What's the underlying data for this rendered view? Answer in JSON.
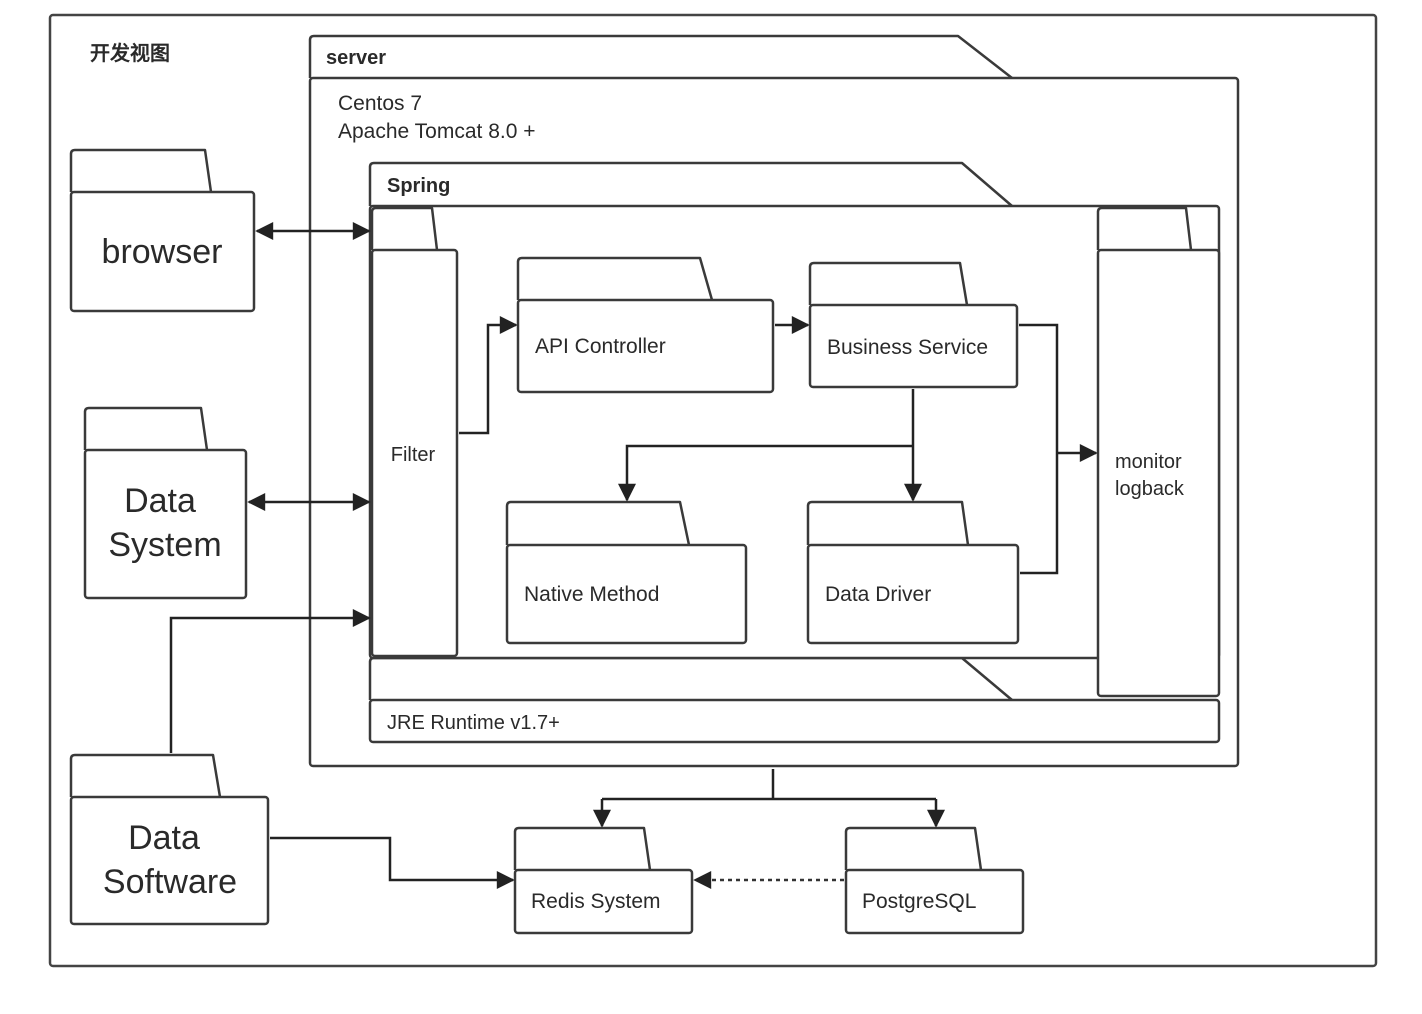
{
  "view_title": "开发视图",
  "server": {
    "name": "server",
    "os": "Centos 7",
    "container": "Apache Tomcat 8.0 +"
  },
  "spring": {
    "name": "Spring"
  },
  "runtime": {
    "name": "JRE Runtime v1.7+"
  },
  "components": {
    "filter": "Filter",
    "api_controller": "API Controller",
    "business_service": "Business Service",
    "native_method": "Native Method",
    "data_driver": "Data Driver",
    "monitor": [
      "monitor",
      "logback"
    ]
  },
  "external": {
    "browser": "browser",
    "data_system": [
      "Data",
      "System"
    ],
    "data_software": [
      "Data",
      "Software"
    ],
    "redis": "Redis System",
    "postgres": "PostgreSQL"
  },
  "colors": {
    "stroke": "#3a3a3a",
    "text": "#2a2a2a",
    "background": "#ffffff"
  }
}
